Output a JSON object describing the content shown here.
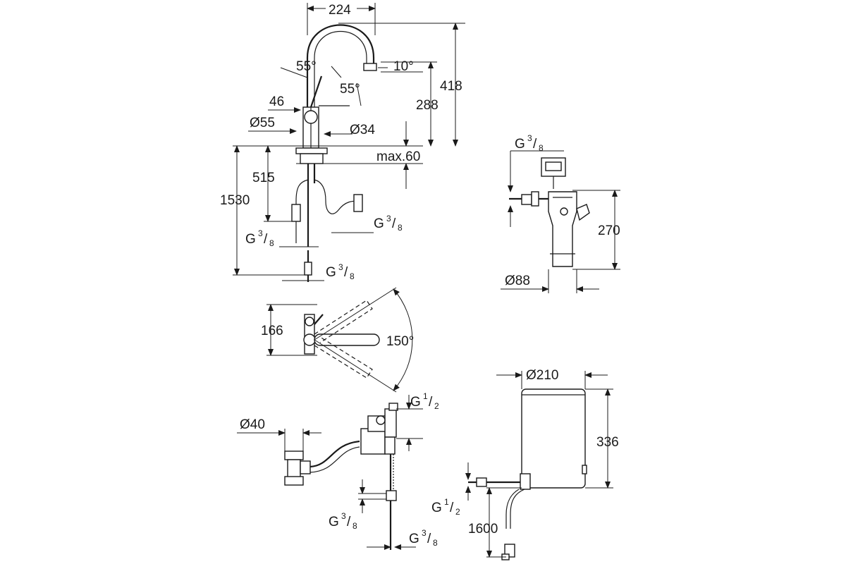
{
  "faucet": {
    "width_224": "224",
    "height_418": "418",
    "height_288": "288",
    "lever_angle_left": "55°",
    "lever_angle_right": "55°",
    "spout_tilt": "10°",
    "lever_offset_46": "46",
    "base_diameter": "Ø55",
    "body_diameter": "Ø34",
    "max_counter": "max.60",
    "hose_length_1530": "1530",
    "hose_length_515": "515",
    "thread_g": "G",
    "thread_num": "3",
    "thread_den": "8"
  },
  "filter": {
    "thread_g": "G",
    "thread_num": "3",
    "thread_den": "8",
    "height_270": "270",
    "diameter_88": "Ø88"
  },
  "swivel": {
    "height_166": "166",
    "angle_150": "150°"
  },
  "drain_valve": {
    "diameter_40": "Ø40",
    "thread_top_g": "G",
    "thread_top_num": "1",
    "thread_top_den": "2",
    "thread_bottom_g": "G",
    "thread_bottom_num": "3",
    "thread_bottom_den": "8",
    "thread_right_g": "G",
    "thread_right_num": "3",
    "thread_right_den": "8"
  },
  "boiler": {
    "diameter_210": "Ø210",
    "height_336": "336",
    "thread_g": "G",
    "thread_num": "1",
    "thread_den": "2",
    "cable_1600": "1600"
  }
}
